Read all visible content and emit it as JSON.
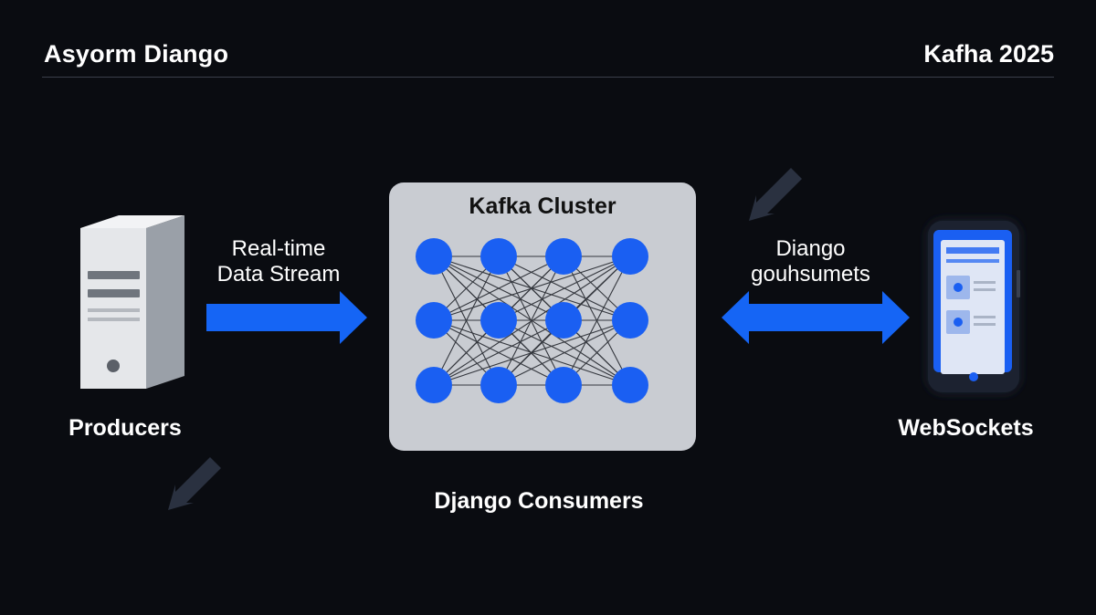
{
  "header": {
    "left_title": "Asyorm Diango",
    "right_title": "Kafha 2025"
  },
  "nodes": {
    "producers": "Producers",
    "websockets": "WebSockets",
    "consumers": "Django Consumers",
    "cluster_title": "Kafka Cluster"
  },
  "edges": {
    "stream_line1": "Real-time",
    "stream_line2": "Data Stream",
    "django_line1": "Diango",
    "django_line2": "gouhsumets"
  },
  "colors": {
    "accent_blue": "#1565f5",
    "background": "#0a0c11",
    "cluster_panel": "#c9ccd2",
    "server_body": "#e5e7ea"
  },
  "icons": {
    "server": "server-icon",
    "phone": "smartphone-icon",
    "cursor": "arrow-cursor-icon"
  }
}
